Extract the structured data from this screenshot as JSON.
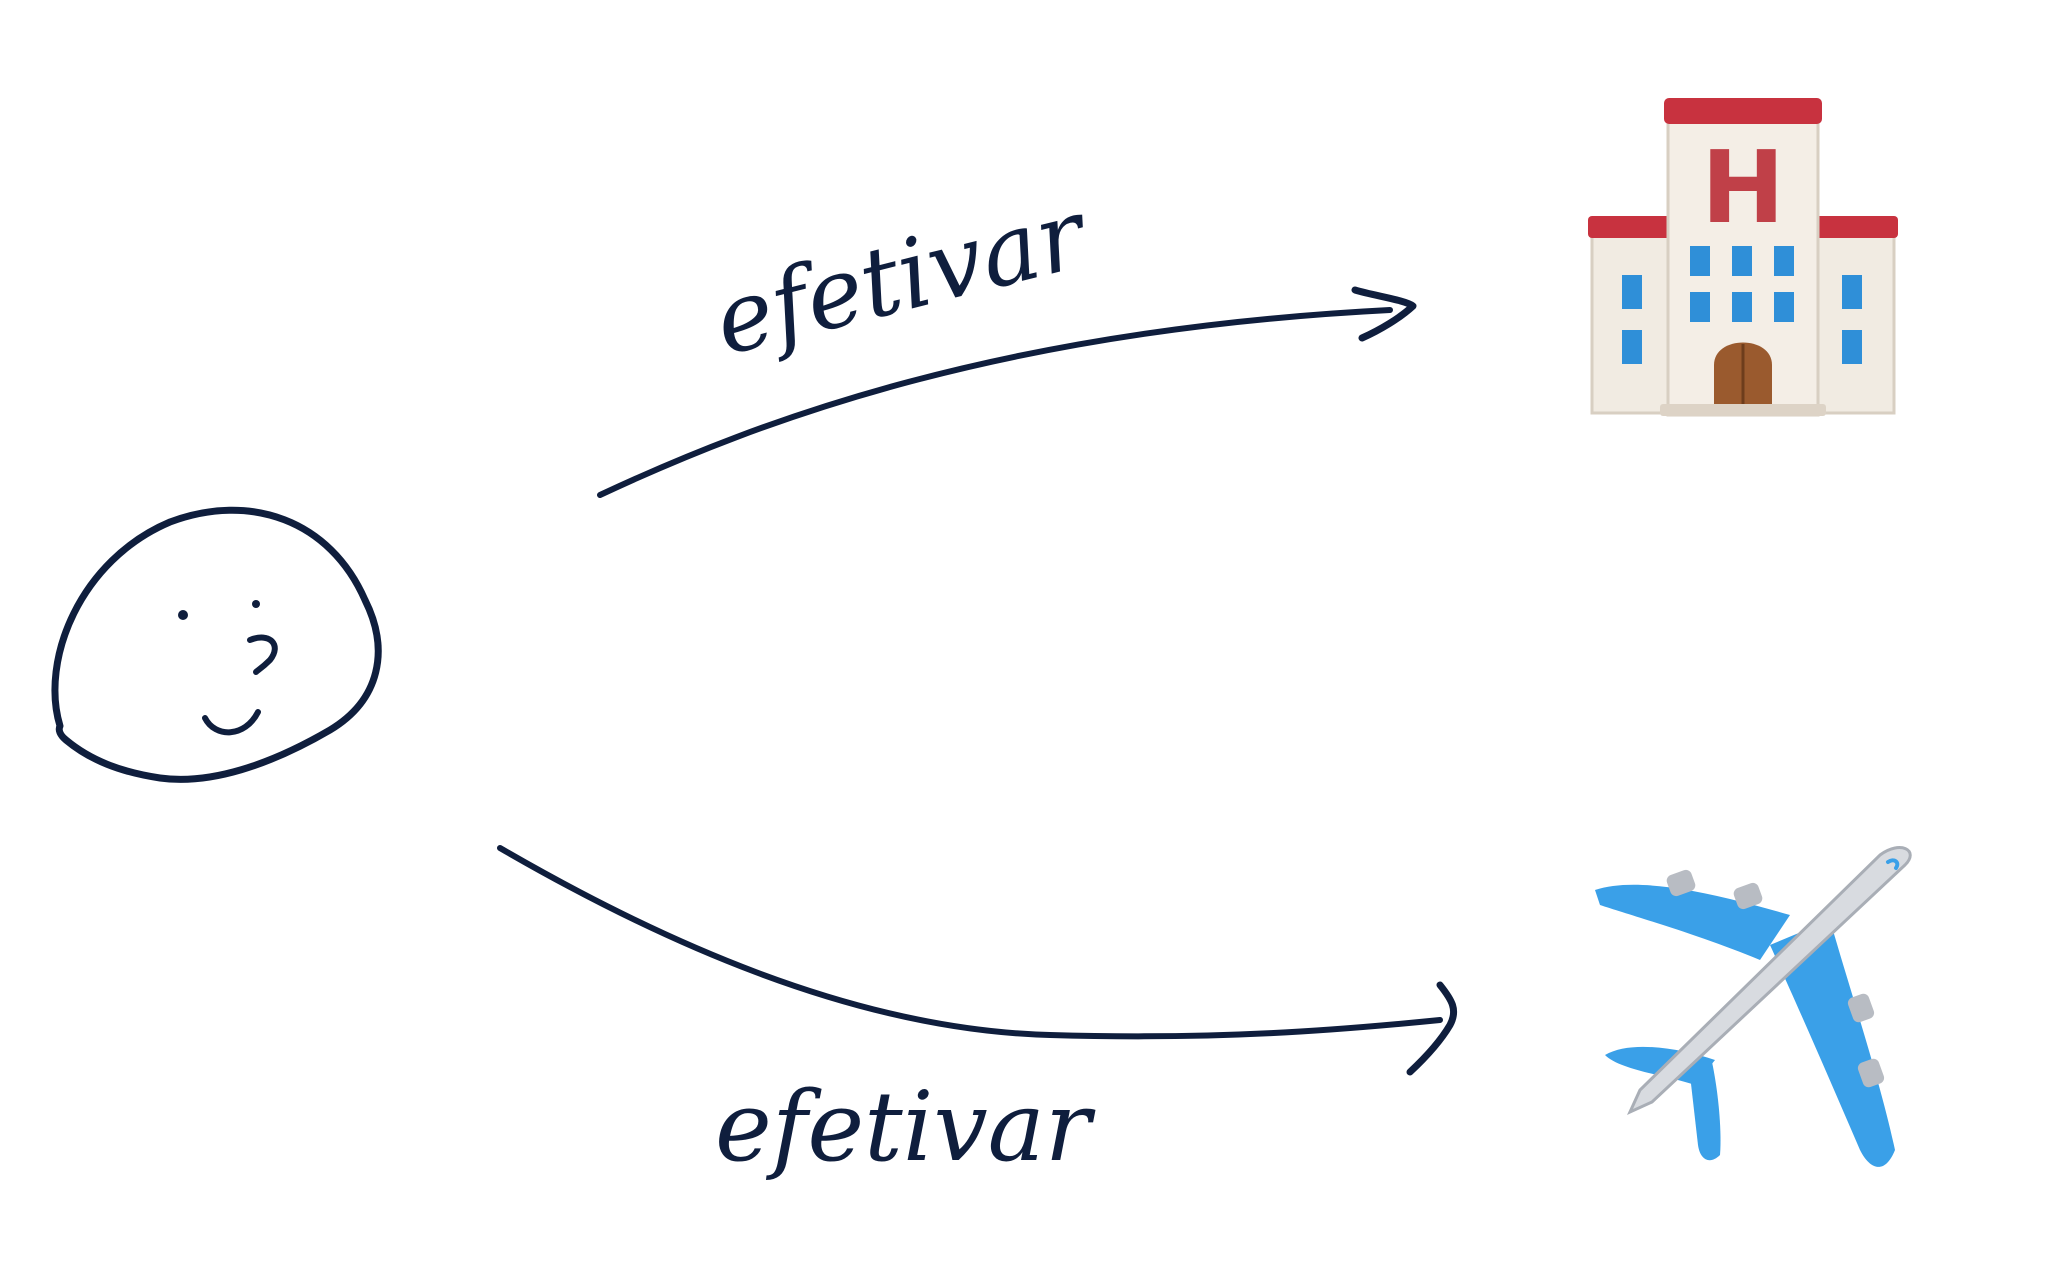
{
  "edges": [
    {
      "label": "efetivar",
      "target": "hotel-building-icon"
    },
    {
      "label": "efetivar",
      "target": "airplane-icon"
    }
  ],
  "nodes": {
    "person": {
      "icon": "smiley-face-icon"
    },
    "hotel": {
      "icon": "hotel-building-icon",
      "glyph": "H"
    },
    "airplane": {
      "icon": "airplane-icon"
    }
  },
  "colors": {
    "ink": "#0f1e3d",
    "hotel_roof": "#c8323f",
    "hotel_wall": "#f1ebe2",
    "hotel_window": "#2f8fd8",
    "hotel_door": "#9a5a2e",
    "plane_wing": "#3aa0e8",
    "plane_body": "#d8dbe0"
  }
}
